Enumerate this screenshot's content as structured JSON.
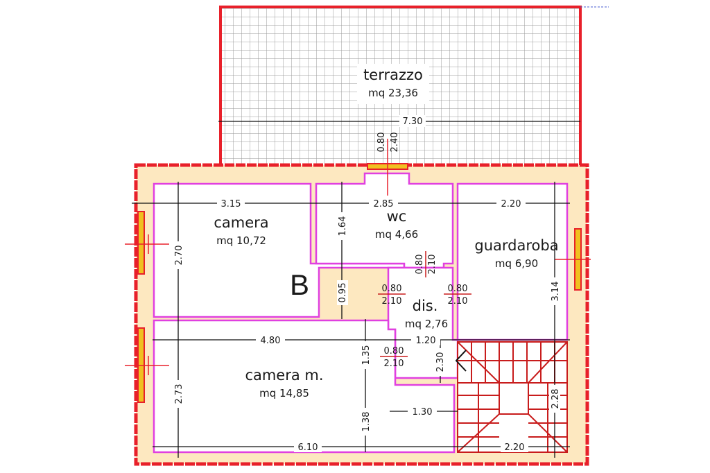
{
  "colors": {
    "outer_wall": "#e8202a",
    "inner_wall": "#e040e0",
    "floor": "#fde8c0",
    "grid": "#999999",
    "dimension": "#111111",
    "stairs": "#c81c1c"
  },
  "unit_label": "B",
  "rooms": {
    "terrazzo": {
      "name": "terrazzo",
      "area": "mq 23,36"
    },
    "camera": {
      "name": "camera",
      "area": "mq 10,72"
    },
    "wc": {
      "name": "wc",
      "area": "mq 4,66"
    },
    "guardaroba": {
      "name": "guardaroba",
      "area": "mq 6,90"
    },
    "dis": {
      "name": "dis.",
      "area": "mq 2,76"
    },
    "camera_m": {
      "name": "camera m.",
      "area": "mq 14,85"
    }
  },
  "dimensions": {
    "terrazzo_width": "7.30",
    "camera_width": "3.15",
    "wc_width": "2.85",
    "guardaroba_width": "2.20",
    "camera_height": "2.70",
    "wc_height": "1.64",
    "dis_segment": "0.95",
    "guardaroba_height": "3.14",
    "camera_m_width": "4.80",
    "dis_width": "1.20",
    "camera_m_height": "2.73",
    "closet_upper": "1.35",
    "closet_lower": "1.38",
    "dis_depth": "2.30",
    "closet_width": "1.30",
    "stair_height": "2.28",
    "camera_m_bottom": "6.10",
    "stair_width": "2.20"
  },
  "doors": {
    "terrazzo": {
      "width": "0.80",
      "height": "2.40"
    },
    "wc": {
      "width": "0.80",
      "height": "2.10"
    },
    "camera": {
      "width": "0.80",
      "height": "2.10"
    },
    "guardaroba": {
      "width": "0.80",
      "height": "2.10"
    },
    "camera_m": {
      "width": "0.80",
      "height": "2.10"
    }
  }
}
